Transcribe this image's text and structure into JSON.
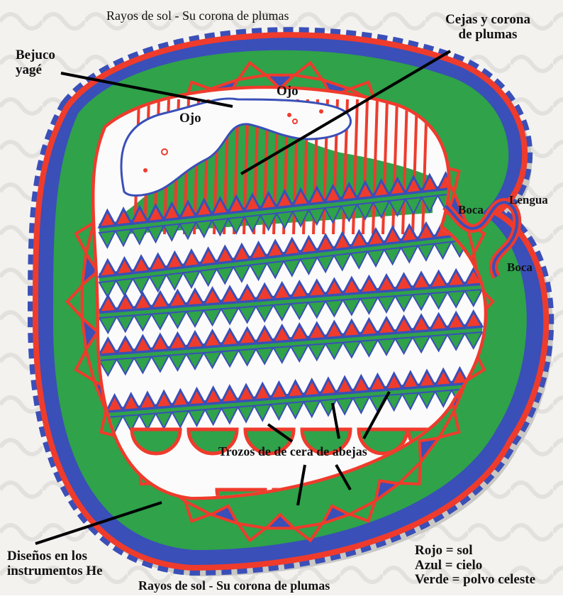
{
  "labels": {
    "top_caption": "Rayos de sol - Su corona de plumas",
    "bottom_caption": "Rayos de sol - Su corona de plumas",
    "bejuco_1": "Bejuco",
    "bejuco_2": "yagé",
    "cejas_1": "Cejas y corona",
    "cejas_2": "de plumas",
    "ojo_left": "Ojo",
    "ojo_right": "Ojo",
    "boca_top": "Boca",
    "lengua": "Lengua",
    "boca_right": "Boca",
    "trozos": "Trozos de de cera de abejas",
    "disenos_1": "Diseños en los",
    "disenos_2": "instrumentos He"
  },
  "legend": [
    {
      "text": "Rojo = sol",
      "color": "#ef3b2c"
    },
    {
      "text": "Azul = cielo",
      "color": "#3a4fb8"
    },
    {
      "text": "Verde = polvo celeste",
      "color": "#2fa24a"
    }
  ]
}
